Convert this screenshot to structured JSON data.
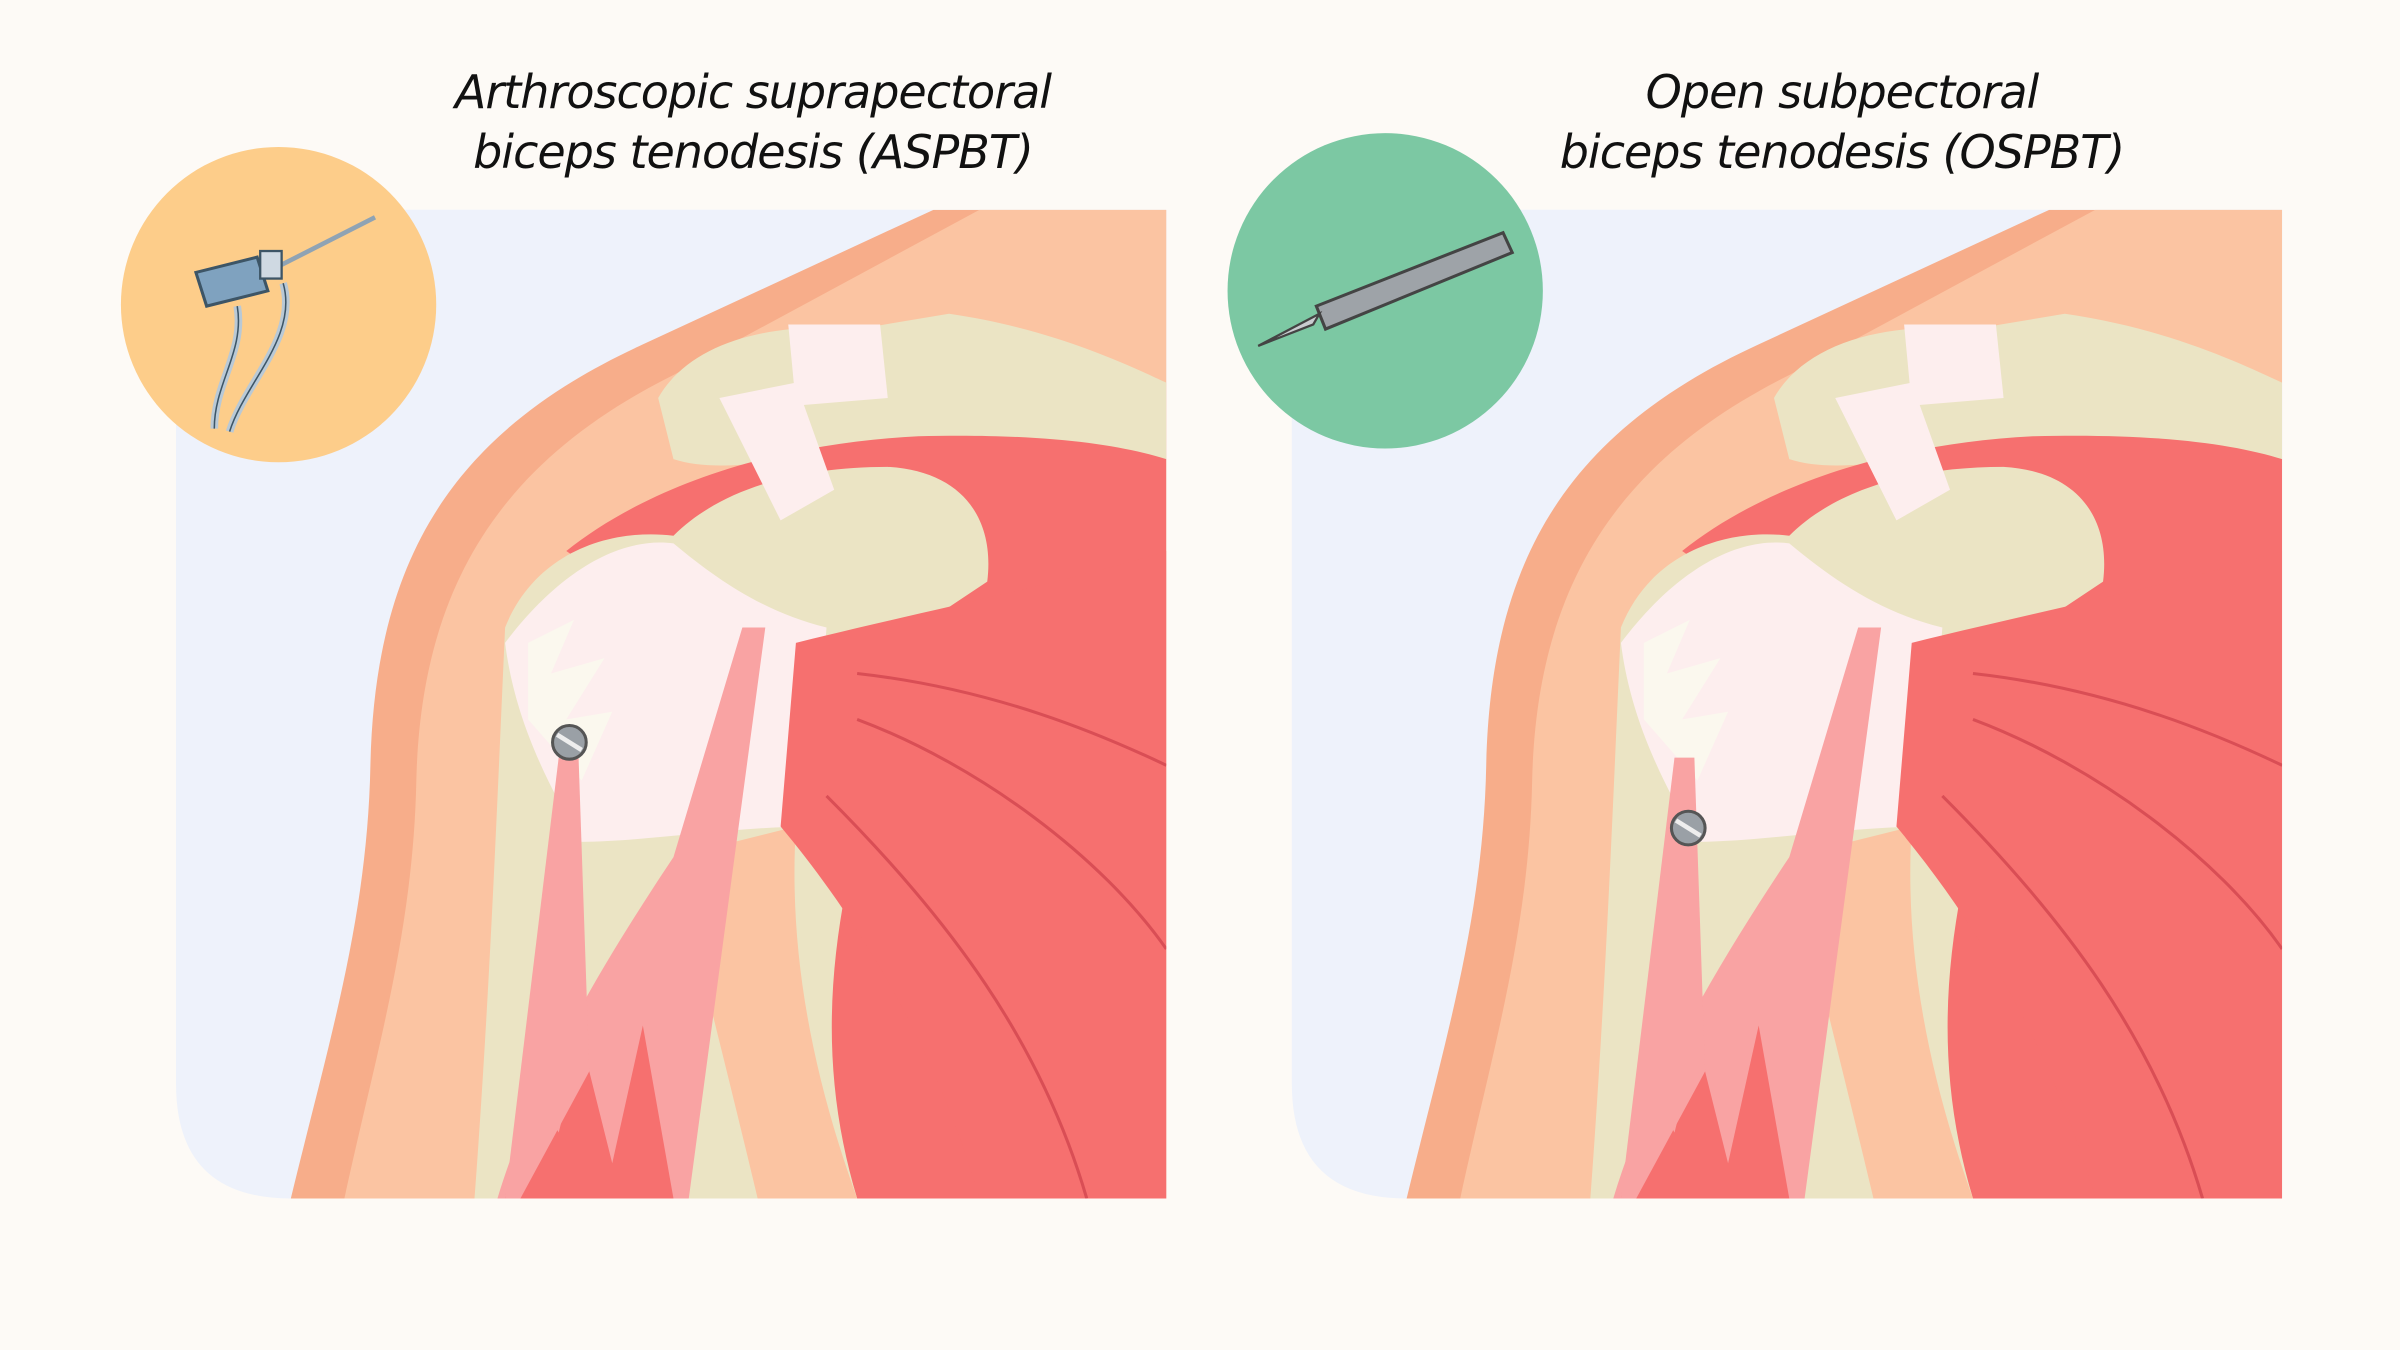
{
  "panels": [
    {
      "id": "aspbt",
      "title_line1": "Arthroscopic suprapectoral",
      "title_line2": "biceps tenodesis (ASPBT)",
      "tool_icon": "arthroscope-icon",
      "badge_color": "#fdcd8a"
    },
    {
      "id": "ospbt",
      "title_line1": "Open subpectoral",
      "title_line2": "biceps tenodesis (OSPBT)",
      "tool_icon": "scalpel-icon",
      "badge_color": "#7cc8a3"
    }
  ],
  "colors": {
    "background": "#fdfaf6",
    "panel": "#eef2fb",
    "skin": "#fbc4a2",
    "skin_edge": "#f7ad8a",
    "bone": "#ebe4c4",
    "muscle": "#f6706f",
    "tendon": "#f9a3a3",
    "ligament": "#fdeeee"
  }
}
